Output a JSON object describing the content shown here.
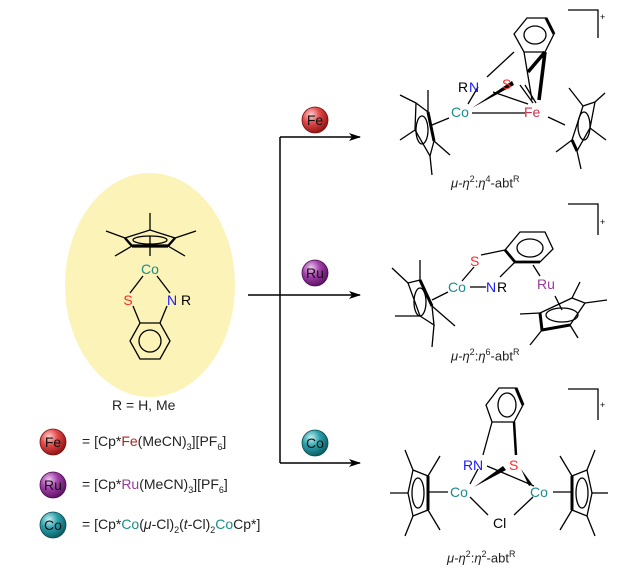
{
  "colors": {
    "fe": "#c0392b",
    "fe_text": "#b22222",
    "ru": "#8e2a8e",
    "ru_text": "#9b3a9b",
    "co": "#1d8a94",
    "co_text": "#1a8c8c",
    "s": "#ff2a2a",
    "n": "#1a1aff",
    "highlight": "#fbf3b8"
  },
  "starting_material": {
    "metal": "Co",
    "s_atom": "S",
    "n_atom": "N",
    "n_sub": "R",
    "r_definition": "R = H, Me"
  },
  "reagents": [
    {
      "badge": "Fe",
      "prefix": "= [Cp*",
      "metal": "Fe",
      "suffix": "(MeCN)",
      "sub1": "3",
      "mid": "][PF",
      "sub2": "6",
      "end": "]"
    },
    {
      "badge": "Ru",
      "prefix": "= [Cp*",
      "metal": "Ru",
      "suffix": "(MeCN)",
      "sub1": "3",
      "mid": "][PF",
      "sub2": "6",
      "end": "]"
    },
    {
      "badge": "Co",
      "prefix": "= [Cp*",
      "metal": "Co",
      "suffix": "(μ-Cl)",
      "sub1": "2",
      "mid": "(t-Cl)",
      "sub2": "2",
      "metal2": "Co",
      "end": "Cp*]"
    }
  ],
  "arrows": [
    {
      "badge": "Fe"
    },
    {
      "badge": "Ru"
    },
    {
      "badge": "Co"
    }
  ],
  "products": [
    {
      "charge": "+",
      "atoms": {
        "rn": "R",
        "n": "N",
        "s": "S",
        "co": "Co",
        "m": "Fe"
      },
      "caption": {
        "mu": "μ-",
        "eta1": "η",
        "sup1": "2",
        "colon": ":",
        "eta2": "η",
        "sup2": "4",
        "tail": "-abt",
        "supR": "R"
      }
    },
    {
      "charge": "+",
      "atoms": {
        "s": "S",
        "co": "Co",
        "n": "N",
        "r": "R",
        "m": "Ru"
      },
      "caption": {
        "mu": "μ-",
        "eta1": "η",
        "sup1": "2",
        "colon": ":",
        "eta2": "η",
        "sup2": "6",
        "tail": "-abt",
        "supR": "R"
      }
    },
    {
      "charge": "+",
      "atoms": {
        "r": "R",
        "n": "N",
        "s": "S",
        "co1": "Co",
        "co2": "Co",
        "cl": "Cl"
      },
      "caption": {
        "mu": "μ-",
        "eta1": "η",
        "sup1": "2",
        "colon": ":",
        "eta2": "η",
        "sup2": "2",
        "tail": "-abt",
        "supR": "R"
      }
    }
  ]
}
